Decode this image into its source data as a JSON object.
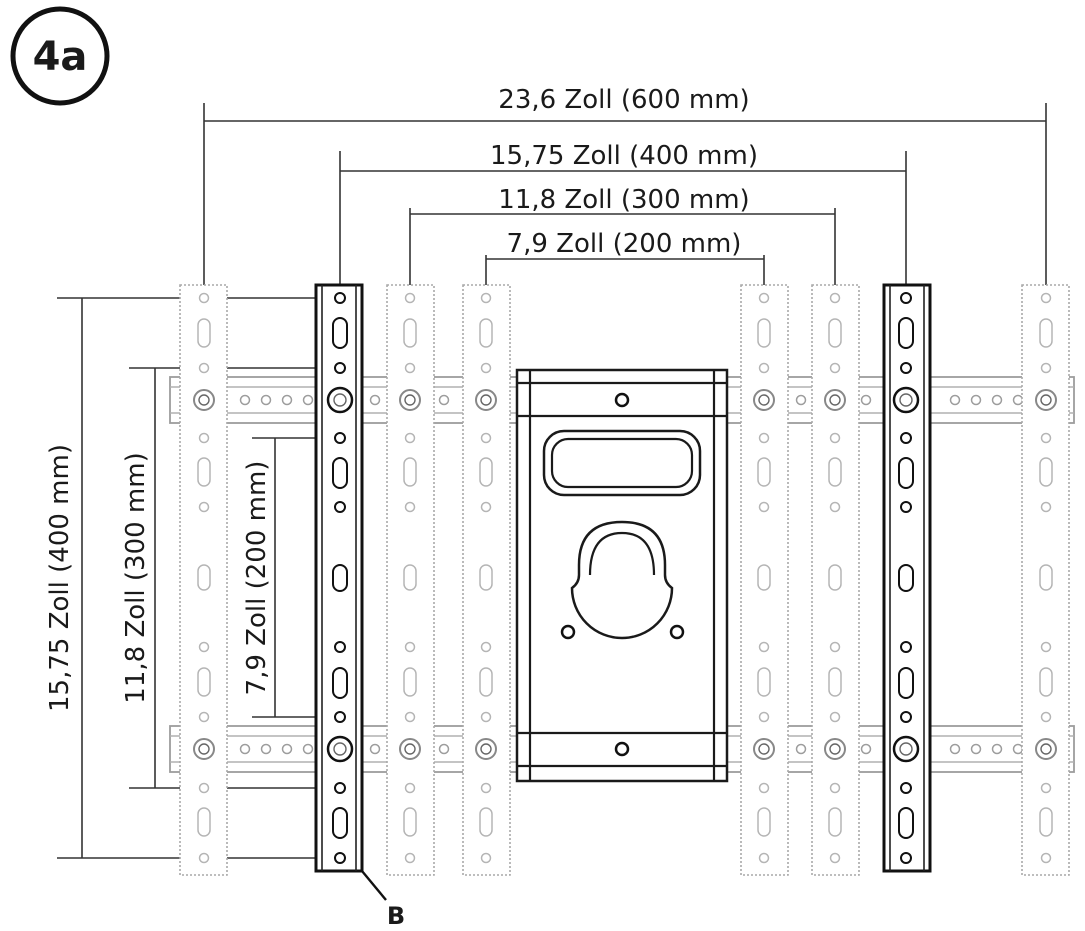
{
  "step_label": "4a",
  "callout_label": "B",
  "dimensions": {
    "horizontal_600": "23,6 Zoll (600 mm)",
    "horizontal_400": "15,75 Zoll (400 mm)",
    "horizontal_300": "11,8 Zoll (300 mm)",
    "horizontal_200": "7,9 Zoll (200 mm)",
    "vertical_400": "15,75 Zoll (400 mm)",
    "vertical_300": "11,8 Zoll (300 mm)",
    "vertical_200": "7,9 Zoll (200 mm)"
  },
  "colors": {
    "ink": "#111111",
    "ghost": "#a9a9a9"
  }
}
